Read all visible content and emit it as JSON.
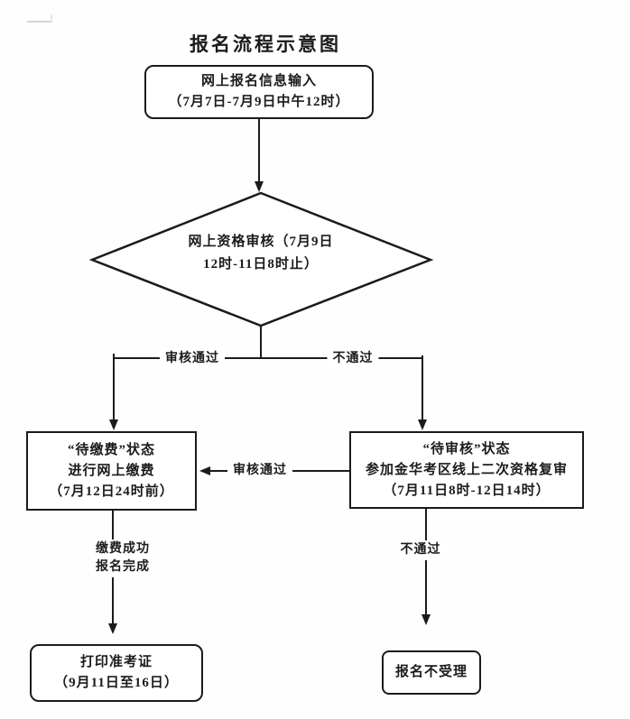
{
  "diagram": {
    "title": "报名流程示意图",
    "nodes": {
      "start": {
        "line1": "网上报名信息输入",
        "line2": "（7月7日-7月9日中午12时）"
      },
      "review": {
        "line1": "网上资格审核（7月9日",
        "line2": "12时-11日8时止）"
      },
      "payment": {
        "line1": "“待缴费”状态",
        "line2": "进行网上缴费",
        "line3": "（7月12日24时前）"
      },
      "recheck": {
        "line1": "“待审核”状态",
        "line2": "参加金华考区线上二次资格复审",
        "line3": "（7月11日8时-12日14时）"
      },
      "print": {
        "line1": "打印准考证",
        "line2": "（9月11日至16日）"
      },
      "reject": {
        "line1": "报名不受理"
      }
    },
    "edge_labels": {
      "review_pass": "审核通过",
      "review_fail": "不通过",
      "recheck_pass": "审核通过",
      "payment_done_line1": "缴费成功",
      "payment_done_line2": "报名完成",
      "recheck_fail": "不通过"
    },
    "colors": {
      "line": "#1b1b1b",
      "box_border": "#1b1b1b",
      "text": "#1b1b1b",
      "background": "#ffffff"
    }
  }
}
